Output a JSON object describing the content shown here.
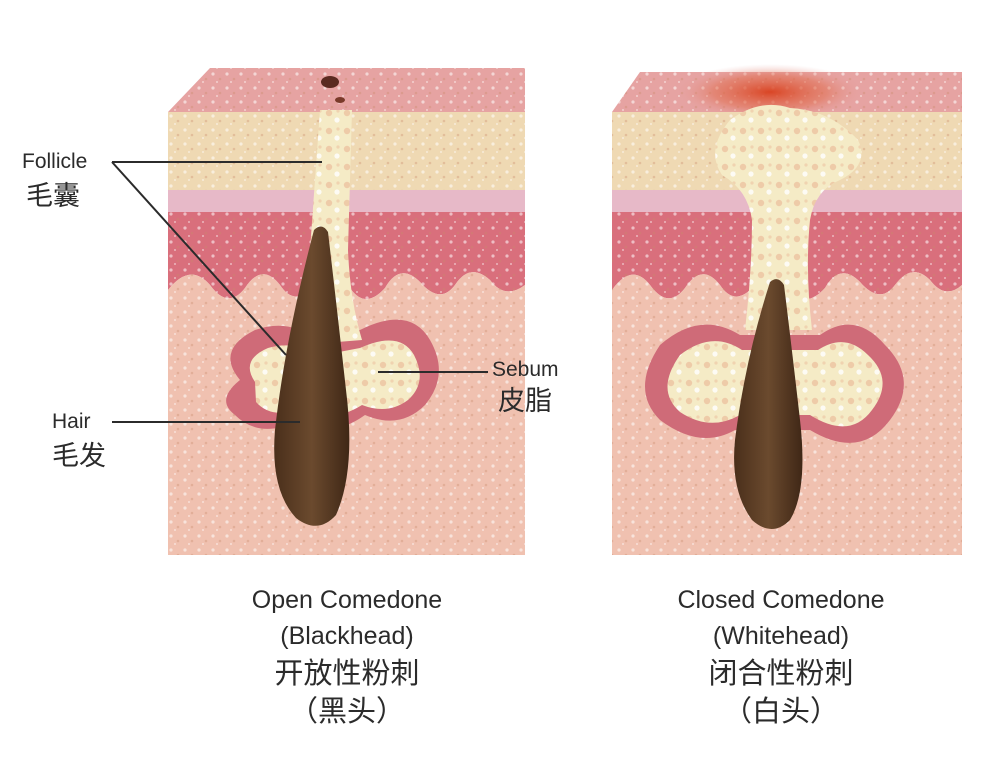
{
  "labels": {
    "follicle_en": "Follicle",
    "follicle_cn": "毛囊",
    "hair_en": "Hair",
    "hair_cn": "毛发",
    "sebum_en": "Sebum",
    "sebum_cn": "皮脂"
  },
  "captions": {
    "open": {
      "title_en": "Open Comedone",
      "sub_en": "(Blackhead)",
      "title_cn": "开放性粉刺",
      "sub_cn": "（黑头）"
    },
    "closed": {
      "title_en": "Closed Comedone",
      "sub_en": "(Whitehead)",
      "title_cn": "闭合性粉刺",
      "sub_cn": "（白头）"
    }
  },
  "colors": {
    "skin_top": "#e6a3a2",
    "epidermis": "#efd9b3",
    "dermis_band": "#d96f7c",
    "deep_tissue": "#f0c1b0",
    "sebum": "#f3e7c0",
    "hair": "#5a3a22",
    "inflammation": "#d9401e"
  }
}
